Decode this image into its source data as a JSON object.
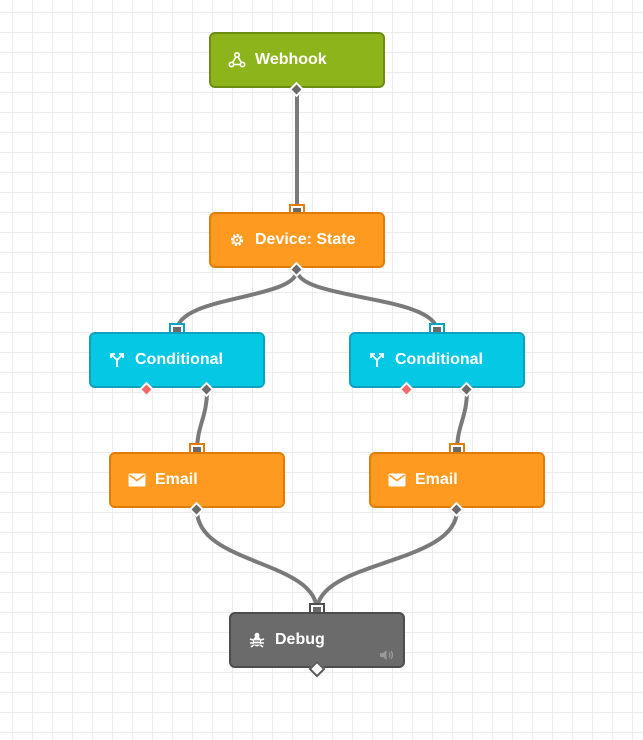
{
  "colors": {
    "webhook": "#8db51b",
    "device": "#ff9a21",
    "conditional": "#05c8e5",
    "email": "#ff9a21",
    "debug": "#6b6b6b",
    "wire": "#7a7a7a",
    "false_port": "#f26b6b"
  },
  "nodes": {
    "webhook": {
      "label": "Webhook",
      "icon": "webhook-icon"
    },
    "device_state": {
      "label": "Device: State",
      "icon": "gear-icon"
    },
    "conditional_left": {
      "label": "Conditional",
      "icon": "branch-icon"
    },
    "conditional_right": {
      "label": "Conditional",
      "icon": "branch-icon"
    },
    "email_left": {
      "label": "Email",
      "icon": "envelope-icon"
    },
    "email_right": {
      "label": "Email",
      "icon": "envelope-icon"
    },
    "debug": {
      "label": "Debug",
      "icon": "bug-icon",
      "indicator": "speaker-icon"
    }
  },
  "connections": [
    {
      "from": "webhook",
      "to": "device_state"
    },
    {
      "from": "device_state",
      "to": "conditional_left"
    },
    {
      "from": "device_state",
      "to": "conditional_right"
    },
    {
      "from": "conditional_left.true",
      "to": "email_left"
    },
    {
      "from": "conditional_right.true",
      "to": "email_right"
    },
    {
      "from": "email_left",
      "to": "debug"
    },
    {
      "from": "email_right",
      "to": "debug"
    }
  ]
}
